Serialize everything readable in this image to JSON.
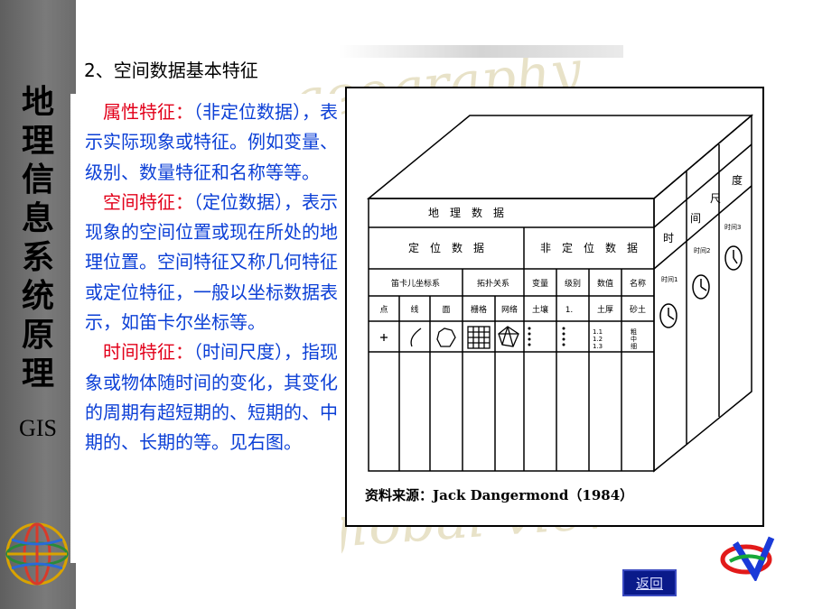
{
  "sidebar": {
    "title_chars": [
      "地",
      "理",
      "信",
      "息",
      "系",
      "统",
      "原",
      "理"
    ],
    "gis_label": "GIS"
  },
  "heading": "2、空间数据基本特征",
  "paragraphs": [
    {
      "label": "属性特征：",
      "body": "（非定位数据），表示实际现象或特征。例如变量、级别、数量特征和名称等等。"
    },
    {
      "label": "空间特征：",
      "body": "（定位数据），表示现象的空间位置或现在所处的地理位置。空间特征又称几何特征或定位特征，一般以坐标数据表示，如笛卡尔坐标等。"
    },
    {
      "label": "时间特征：",
      "body": "（时间尺度），指现象或物体随时间的变化，其变化的周期有超短期的、短期的、中期的、长期的等。见右图。"
    }
  ],
  "figure": {
    "top_header": "地　理　数　据",
    "positional": "定　位　数　据",
    "non_positional": "非　定　位　数　据",
    "sub_headers": [
      "笛卡儿坐标系",
      "拓扑关系",
      "变量",
      "级别",
      "数值",
      "名称"
    ],
    "types": [
      "点",
      "线",
      "面",
      "栅格",
      "网络",
      "土壤",
      "1.",
      "土厚",
      "砂土"
    ],
    "numeric_values": [
      "1.1",
      "1.2",
      "1.3"
    ],
    "name_values": [
      "粗",
      "中",
      "细"
    ],
    "time_scale_chars": [
      "时",
      "间",
      "尺",
      "度"
    ],
    "time_labels": [
      "时间1",
      "时间2",
      "时间3"
    ],
    "caption": "资料来源：Jack Dangermond（1984）"
  },
  "nav": {
    "back_label": "返回"
  }
}
